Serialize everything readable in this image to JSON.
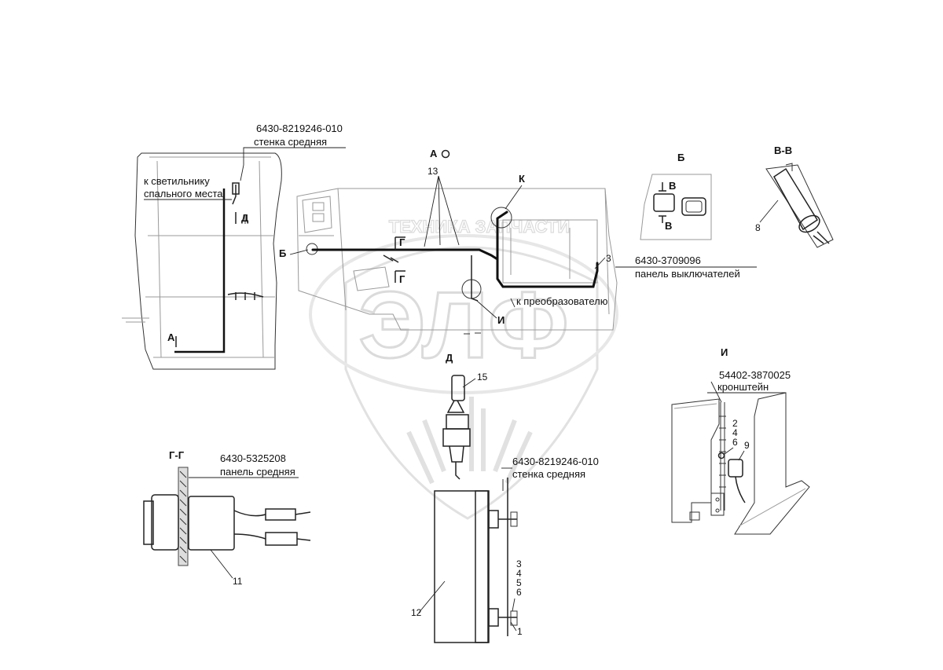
{
  "watermark": {
    "logo_text": "ЭЛФ",
    "banner_text": "ТЕХНИКА ЗАПЧАСТИ"
  },
  "callouts": {
    "wall_top_code": "6430-8219246-010",
    "wall_top_name": "стенка средняя",
    "to_light_line1": "к светильнику",
    "to_light_line2": "спального места",
    "switch_panel_code": "6430-3709096",
    "switch_panel_name": "панель выключателей",
    "to_converter": "к преобразователю",
    "panel_mid_code": "6430-5325208",
    "panel_mid_name": "панель средняя",
    "wall_bottom_code": "6430-8219246-010",
    "wall_bottom_name": "стенка средняя",
    "bracket_code": "54402-3870025",
    "bracket_name": "кронштейн"
  },
  "view_labels": {
    "view_a": "А",
    "section_b": "Б",
    "section_vv": "В-В",
    "section_gg": "Г-Г",
    "view_i": "И",
    "view_d": "Д",
    "mark_a": "А",
    "mark_d": "Д",
    "mark_b": "Б",
    "mark_g1": "Г",
    "mark_g2": "Г",
    "mark_k": "К",
    "mark_i": "И",
    "mark_v1": "В",
    "mark_v2": "В"
  },
  "part_numbers": {
    "n13": "13",
    "n3": "3",
    "n8": "8",
    "n15": "15",
    "n11": "11",
    "n12": "12",
    "n1": "1",
    "n9": "9",
    "stack_i": [
      "2",
      "4",
      "6"
    ],
    "stack_d": [
      "3",
      "4",
      "5",
      "6"
    ]
  }
}
